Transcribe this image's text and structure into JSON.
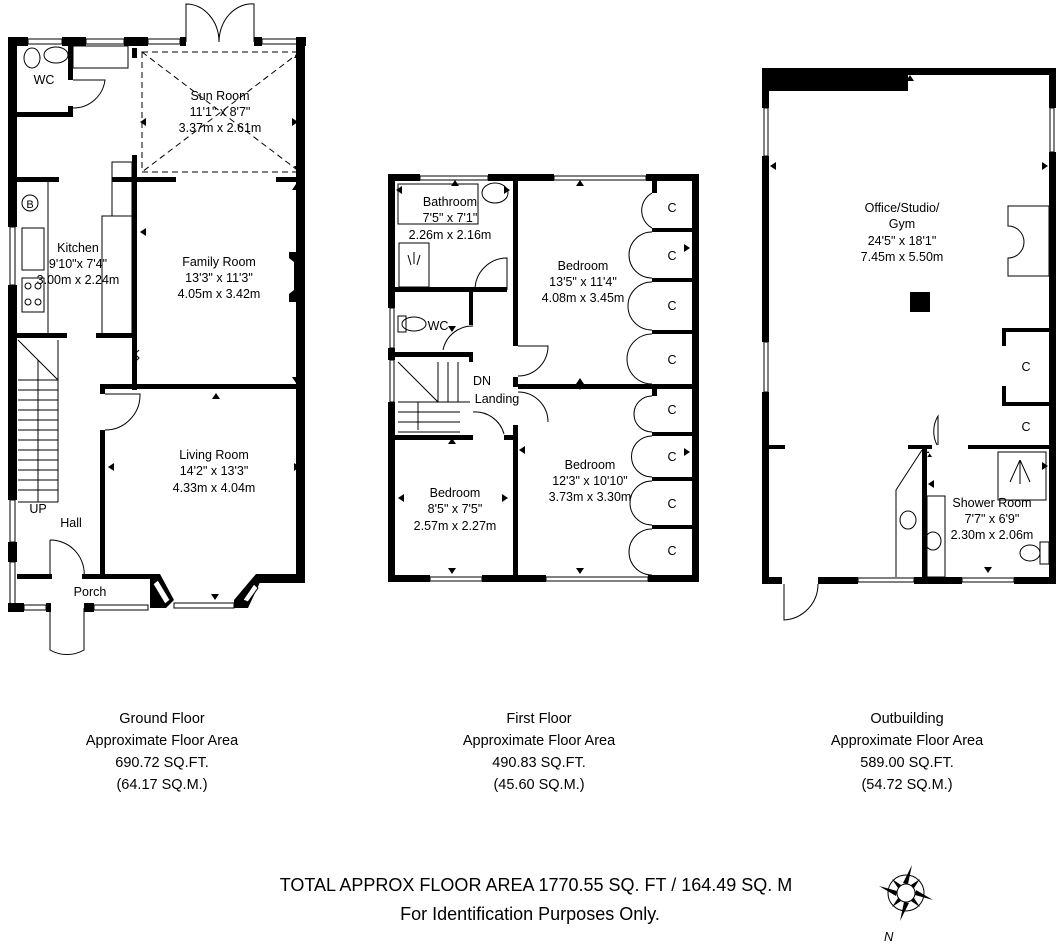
{
  "ground_floor": {
    "rooms": {
      "wc": {
        "name": "WC"
      },
      "sun_room": {
        "name": "Sun Room",
        "imperial": "11'1\" x 8'7\"",
        "metric": "3.37m x 2.61m"
      },
      "kitchen": {
        "name": "Kitchen",
        "imperial": "9'10\"x 7'4\"",
        "metric": "3.00m x 2.24m"
      },
      "family_room": {
        "name": "Family Room",
        "imperial": "13'3\" x 11'3\"",
        "metric": "4.05m x 3.42m"
      },
      "living_room": {
        "name": "Living Room",
        "imperial": "14'2\" x 13'3\"",
        "metric": "4.33m x 4.04m"
      },
      "hall": {
        "name": "Hall"
      },
      "porch": {
        "name": "Porch"
      }
    },
    "boiler_label": "B",
    "stairs_label": "UP",
    "caption": {
      "title": "Ground Floor",
      "subtitle": "Approximate Floor Area",
      "sqft": "690.72 SQ.FT.",
      "sqm": "(64.17 SQ.M.)"
    }
  },
  "first_floor": {
    "rooms": {
      "bathroom": {
        "name": "Bathroom",
        "imperial": "7'5\" x 7'1\"",
        "metric": "2.26m x 2.16m"
      },
      "wc": {
        "name": "WC"
      },
      "bedroom1": {
        "name": "Bedroom",
        "imperial": "13'5\" x 11'4\"",
        "metric": "4.08m x 3.45m"
      },
      "bedroom2": {
        "name": "Bedroom",
        "imperial": "12'3\" x 10'10\"",
        "metric": "3.73m x 3.30m"
      },
      "bedroom3": {
        "name": "Bedroom",
        "imperial": "8'5\" x 7'5\"",
        "metric": "2.57m x 2.27m"
      },
      "landing": {
        "name": "Landing"
      }
    },
    "stairs_label": "DN",
    "cupboard_label": "C",
    "caption": {
      "title": "First Floor",
      "subtitle": "Approximate Floor Area",
      "sqft": "490.83 SQ.FT.",
      "sqm": "(45.60 SQ.M.)"
    }
  },
  "outbuilding": {
    "rooms": {
      "office": {
        "name_line1": "Office/Studio/",
        "name_line2": "Gym",
        "imperial": "24'5\" x 18'1\"",
        "metric": "7.45m x 5.50m"
      },
      "shower_room": {
        "name": "Shower Room",
        "imperial": "7'7\" x 6'9\"",
        "metric": "2.30m x 2.06m"
      }
    },
    "cupboard_label": "C",
    "caption": {
      "title": "Outbuilding",
      "subtitle": "Approximate Floor Area",
      "sqft": "589.00 SQ.FT.",
      "sqm": "(54.72 SQ.M.)"
    }
  },
  "footer": {
    "total": "TOTAL APPROX FLOOR AREA 1770.55 SQ. FT / 164.49 SQ. M",
    "disclaimer": "For Identification Purposes Only.",
    "compass_label": "N"
  }
}
